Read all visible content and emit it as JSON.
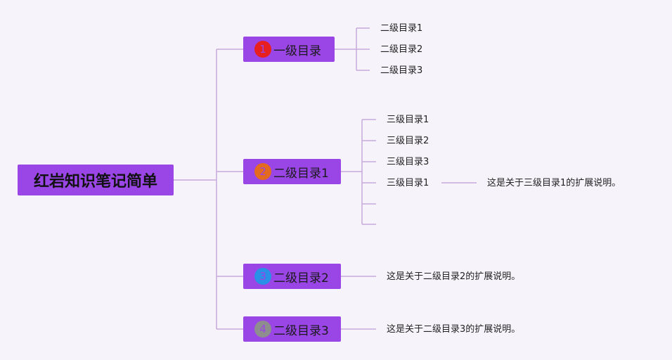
{
  "root": {
    "title": "红岩知识笔记简单"
  },
  "branches": [
    {
      "badge": "1",
      "badge_color": "#e81f1f",
      "label": "一级目录",
      "children": [
        "二级目录1",
        "二级目录2",
        "二级目录3"
      ]
    },
    {
      "badge": "2",
      "badge_color": "#e36a1f",
      "label": "二级目录1",
      "children": [
        "三级目录1",
        "三级目录2",
        "三级目录3",
        "三级目录1"
      ],
      "note": "这是关于三级目录1的扩展说明。"
    },
    {
      "badge": "3",
      "badge_color": "#2a8fe6",
      "label": "二级目录2",
      "note": "这是关于二级目录2的扩展说明。"
    },
    {
      "badge": "4",
      "badge_color": "#8e8e8e",
      "label": "二级目录3",
      "note": "这是关于二级目录3的扩展说明。"
    }
  ],
  "colors": {
    "node_fill": "#9a45e6",
    "connector": "#c7a9db",
    "background": "#f7f3fb"
  }
}
